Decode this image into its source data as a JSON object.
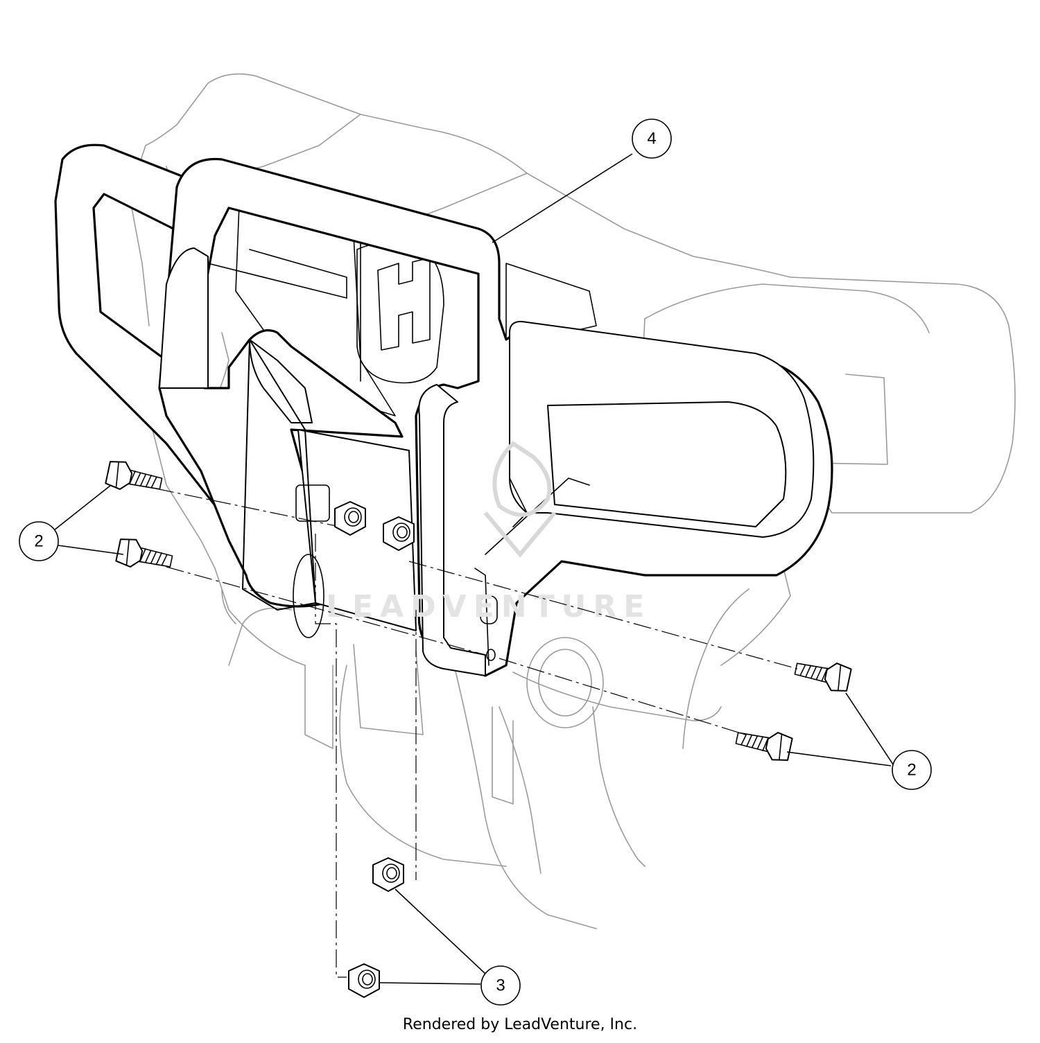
{
  "diagram": {
    "callouts": [
      {
        "id": "c4",
        "label": "4"
      },
      {
        "id": "c2-left-a",
        "label": "2"
      },
      {
        "id": "c2-right",
        "label": "2"
      },
      {
        "id": "c3",
        "label": "3"
      }
    ],
    "watermark_text": "LEADVENTURE"
  },
  "footer": {
    "text": "Rendered by LeadVenture, Inc."
  },
  "colors": {
    "line": "#000000",
    "ghost": "#9a9a9a",
    "watermark": "#e3e3e3"
  }
}
